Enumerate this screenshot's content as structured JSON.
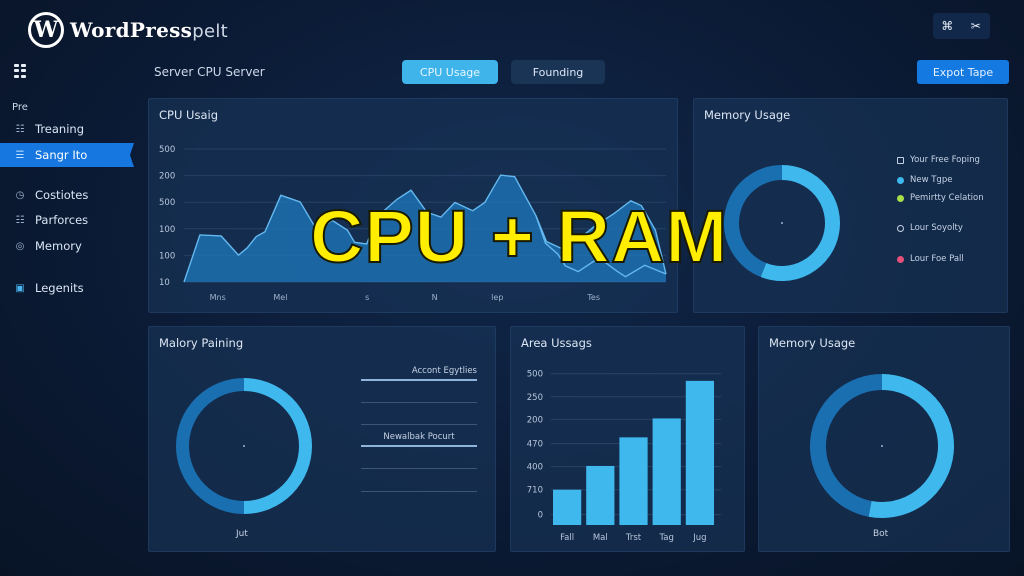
{
  "header": {
    "logo_mark": "W",
    "logo_text": "WordPress",
    "logo_suffix": "pelt",
    "subtitle": "Server CPU Server",
    "tabs": [
      {
        "label": "CPU Usage",
        "active": true
      },
      {
        "label": "Founding",
        "active": false
      }
    ],
    "icon_buttons": [
      "plugin-icon",
      "tools-icon"
    ],
    "export_label": "Expot Tape"
  },
  "sidebar": {
    "heading": "Pre",
    "items": [
      {
        "label": "Treaning",
        "icon": "grid-icon"
      },
      {
        "label": "Sangr Ito",
        "icon": "doc-icon",
        "active": true
      },
      {
        "label": "Costiotes",
        "icon": "clock-icon"
      },
      {
        "label": "Parforces",
        "icon": "apps-icon"
      },
      {
        "label": "Memory",
        "icon": "globe-icon"
      },
      {
        "label": "Legenits",
        "icon": "window-icon"
      }
    ]
  },
  "overlay_text": "CPU + RAM",
  "colors": {
    "accent": "#1677e0",
    "chart_light": "#3fb8ee",
    "chart_dark": "#1a6fb0",
    "overlay": "#ffee00"
  },
  "panels": {
    "cpu_title": "CPU Usaig",
    "memory_title": "Memory Usage",
    "memory_legend": [
      {
        "label": "Your Free Foping",
        "marker": "square",
        "color": "#c5d2e4"
      },
      {
        "label": "New Tgpe",
        "marker": "dot",
        "color": "#3fb8ee"
      },
      {
        "label": "Pemirtty Celation",
        "marker": "dot",
        "color": "#a8e04a"
      },
      {
        "label": "Lour Soyolty",
        "marker": "ring",
        "color": "#c5d2e4"
      },
      {
        "label": "Lour Foe Pall",
        "marker": "dot",
        "color": "#e8507a"
      }
    ],
    "malory_title": "Malory Paining",
    "malory_lines": [
      "Accont Egytlies",
      "Newalbak Pocurt"
    ],
    "malory_donut_label": "Jut",
    "area_title": "Area Ussags",
    "memory2_title": "Memory Usage",
    "memory2_donut_label": "Bot"
  },
  "chart_data": [
    {
      "type": "area",
      "title": "CPU Usaig",
      "yticks": [
        "10",
        "100",
        "100",
        "500",
        "200",
        "500"
      ],
      "xticks": [
        "Mns",
        "Mel",
        "s",
        "N",
        "lep",
        "Tes"
      ],
      "ylim": [
        0,
        5
      ],
      "xlim": [
        0,
        100
      ],
      "grid": true,
      "series": [
        {
          "points": [
            [
              0,
              0
            ],
            [
              3.3,
              1.77
            ],
            [
              7.7,
              1.73
            ],
            [
              11.3,
              1.01
            ],
            [
              13.1,
              1.28
            ],
            [
              15,
              1.71
            ],
            [
              16.8,
              1.89
            ],
            [
              20.1,
              3.26
            ],
            [
              24.1,
              3.01
            ],
            [
              27.7,
              1.91
            ],
            [
              30.7,
              2.32
            ],
            [
              33.9,
              1.95
            ],
            [
              35.4,
              1.49
            ],
            [
              37.9,
              1.43
            ],
            [
              40.1,
              2.46
            ],
            [
              44.2,
              3.11
            ],
            [
              47.1,
              3.45
            ],
            [
              50.4,
              2.62
            ],
            [
              53.3,
              2.44
            ],
            [
              56.2,
              2.99
            ],
            [
              59.9,
              2.68
            ],
            [
              62.4,
              2.99
            ],
            [
              65.7,
              4.02
            ],
            [
              68.6,
              3.96
            ],
            [
              73,
              2.5
            ],
            [
              75.2,
              1.52
            ],
            [
              78.1,
              1.28
            ],
            [
              81.8,
              1.59
            ],
            [
              85.4,
              2.13
            ],
            [
              89.1,
              2.56
            ],
            [
              92.7,
              3.05
            ],
            [
              94.9,
              2.87
            ],
            [
              97.8,
              1.95
            ],
            [
              100,
              0.3
            ]
          ]
        },
        {
          "points": [
            [
              73,
              2.5
            ],
            [
              75,
              1.46
            ],
            [
              77.6,
              1.04
            ],
            [
              79.1,
              0.61
            ],
            [
              81.8,
              0.39
            ],
            [
              86.1,
              0.91
            ],
            [
              89.8,
              0.41
            ],
            [
              91.6,
              0.2
            ],
            [
              95.6,
              0.63
            ],
            [
              100,
              0.3
            ]
          ]
        }
      ]
    },
    {
      "type": "pie",
      "title": "Memory Usage",
      "values": [
        56,
        44
      ]
    },
    {
      "type": "pie",
      "title": "Malory Paining",
      "values": [
        50,
        50
      ]
    },
    {
      "type": "bar",
      "title": "Area Ussags",
      "categories": [
        "Fall",
        "Mal",
        "Trst",
        "Tag",
        "Jug"
      ],
      "values": [
        1.28,
        2.31,
        3.55,
        4.37,
        6.0
      ],
      "yticks": [
        "0",
        "710",
        "400",
        "470",
        "200",
        "250",
        "500"
      ],
      "ylim": [
        -0.25,
        6.6
      ],
      "grid": true
    },
    {
      "type": "pie",
      "title": "Memory Usage",
      "values": [
        53,
        47
      ]
    }
  ]
}
